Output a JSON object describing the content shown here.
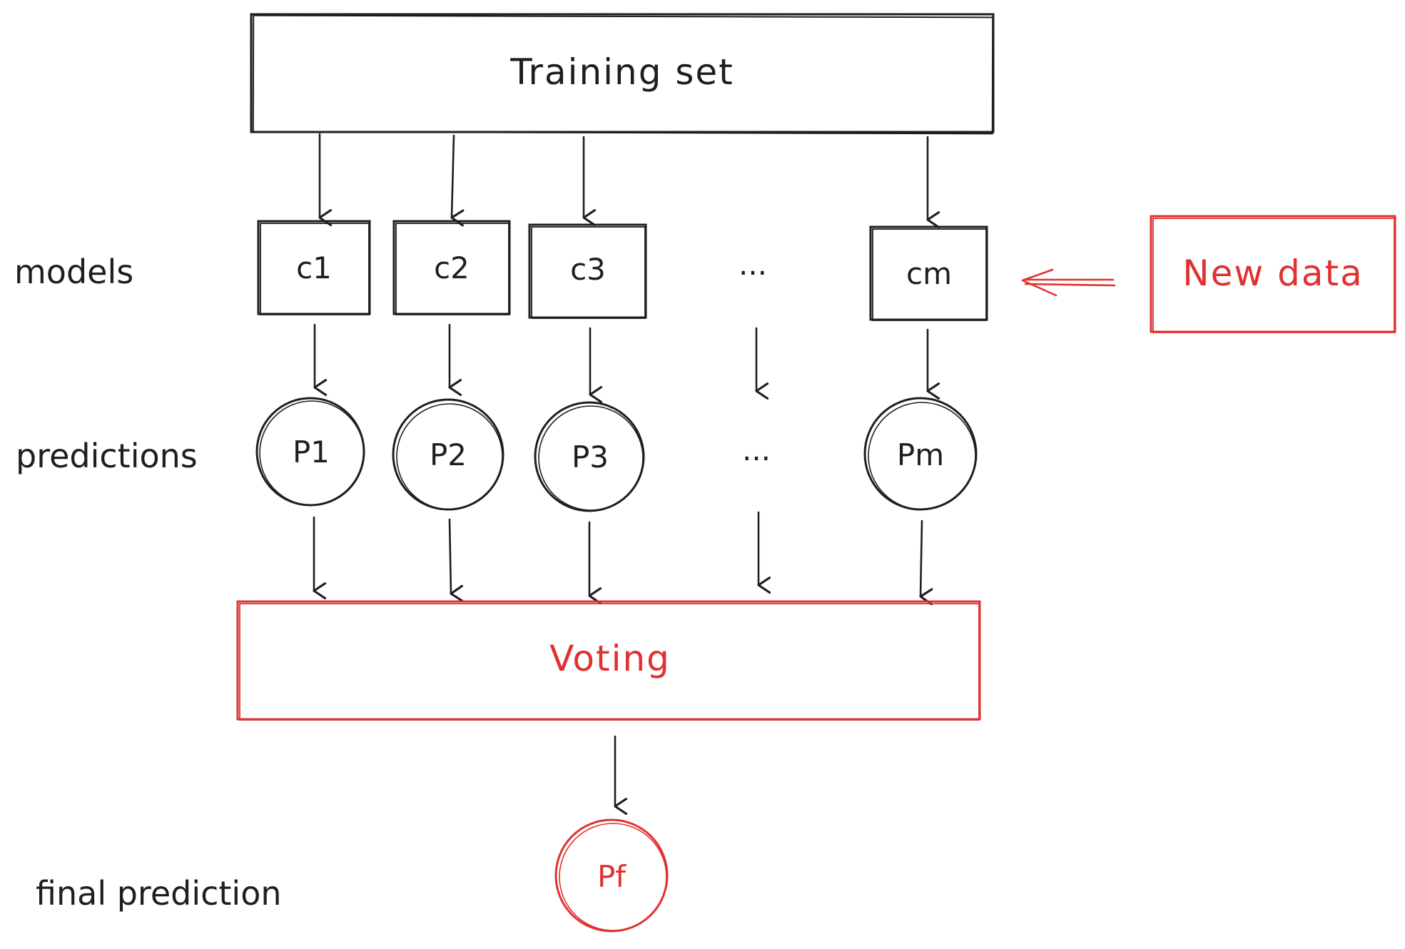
{
  "colors": {
    "ink": "#1e1e1e",
    "accent": "#e03131",
    "background": "#ffffff"
  },
  "training_set": {
    "label": "Training set"
  },
  "rows": {
    "models": "models",
    "predictions": "predictions",
    "final_prediction": "final prediction"
  },
  "models": [
    {
      "label": "c1"
    },
    {
      "label": "c2"
    },
    {
      "label": "c3"
    },
    {
      "label": "..."
    },
    {
      "label": "cm"
    }
  ],
  "predictions": [
    {
      "label": "P1"
    },
    {
      "label": "P2"
    },
    {
      "label": "P3"
    },
    {
      "label": "..."
    },
    {
      "label": "Pm"
    }
  ],
  "new_data": {
    "label": "New data"
  },
  "voting": {
    "label": "Voting"
  },
  "final": {
    "label": "Pf"
  }
}
